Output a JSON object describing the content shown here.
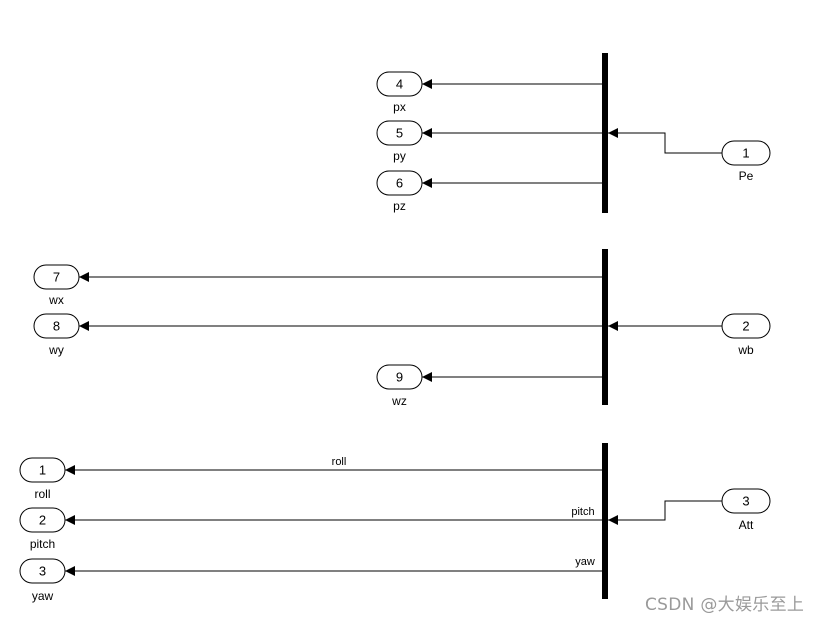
{
  "diagram": {
    "groups": [
      {
        "inport": {
          "number": "1",
          "label": "Pe"
        },
        "outports": [
          {
            "number": "4",
            "label": "px",
            "signal": ""
          },
          {
            "number": "5",
            "label": "py",
            "signal": ""
          },
          {
            "number": "6",
            "label": "pz",
            "signal": ""
          }
        ]
      },
      {
        "inport": {
          "number": "2",
          "label": "wb"
        },
        "outports": [
          {
            "number": "7",
            "label": "wx",
            "signal": ""
          },
          {
            "number": "8",
            "label": "wy",
            "signal": ""
          },
          {
            "number": "9",
            "label": "wz",
            "signal": ""
          }
        ]
      },
      {
        "inport": {
          "number": "3",
          "label": "Att"
        },
        "outports": [
          {
            "number": "1",
            "label": "roll",
            "signal": "roll"
          },
          {
            "number": "2",
            "label": "pitch",
            "signal": "pitch"
          },
          {
            "number": "3",
            "label": "yaw",
            "signal": "yaw"
          }
        ]
      }
    ]
  },
  "watermark": "CSDN @大娱乐至上",
  "colors": {
    "line": "#000000",
    "block_fill": "#ffffff",
    "demux_bar": "#000000",
    "watermark": "#9a9a9a"
  }
}
